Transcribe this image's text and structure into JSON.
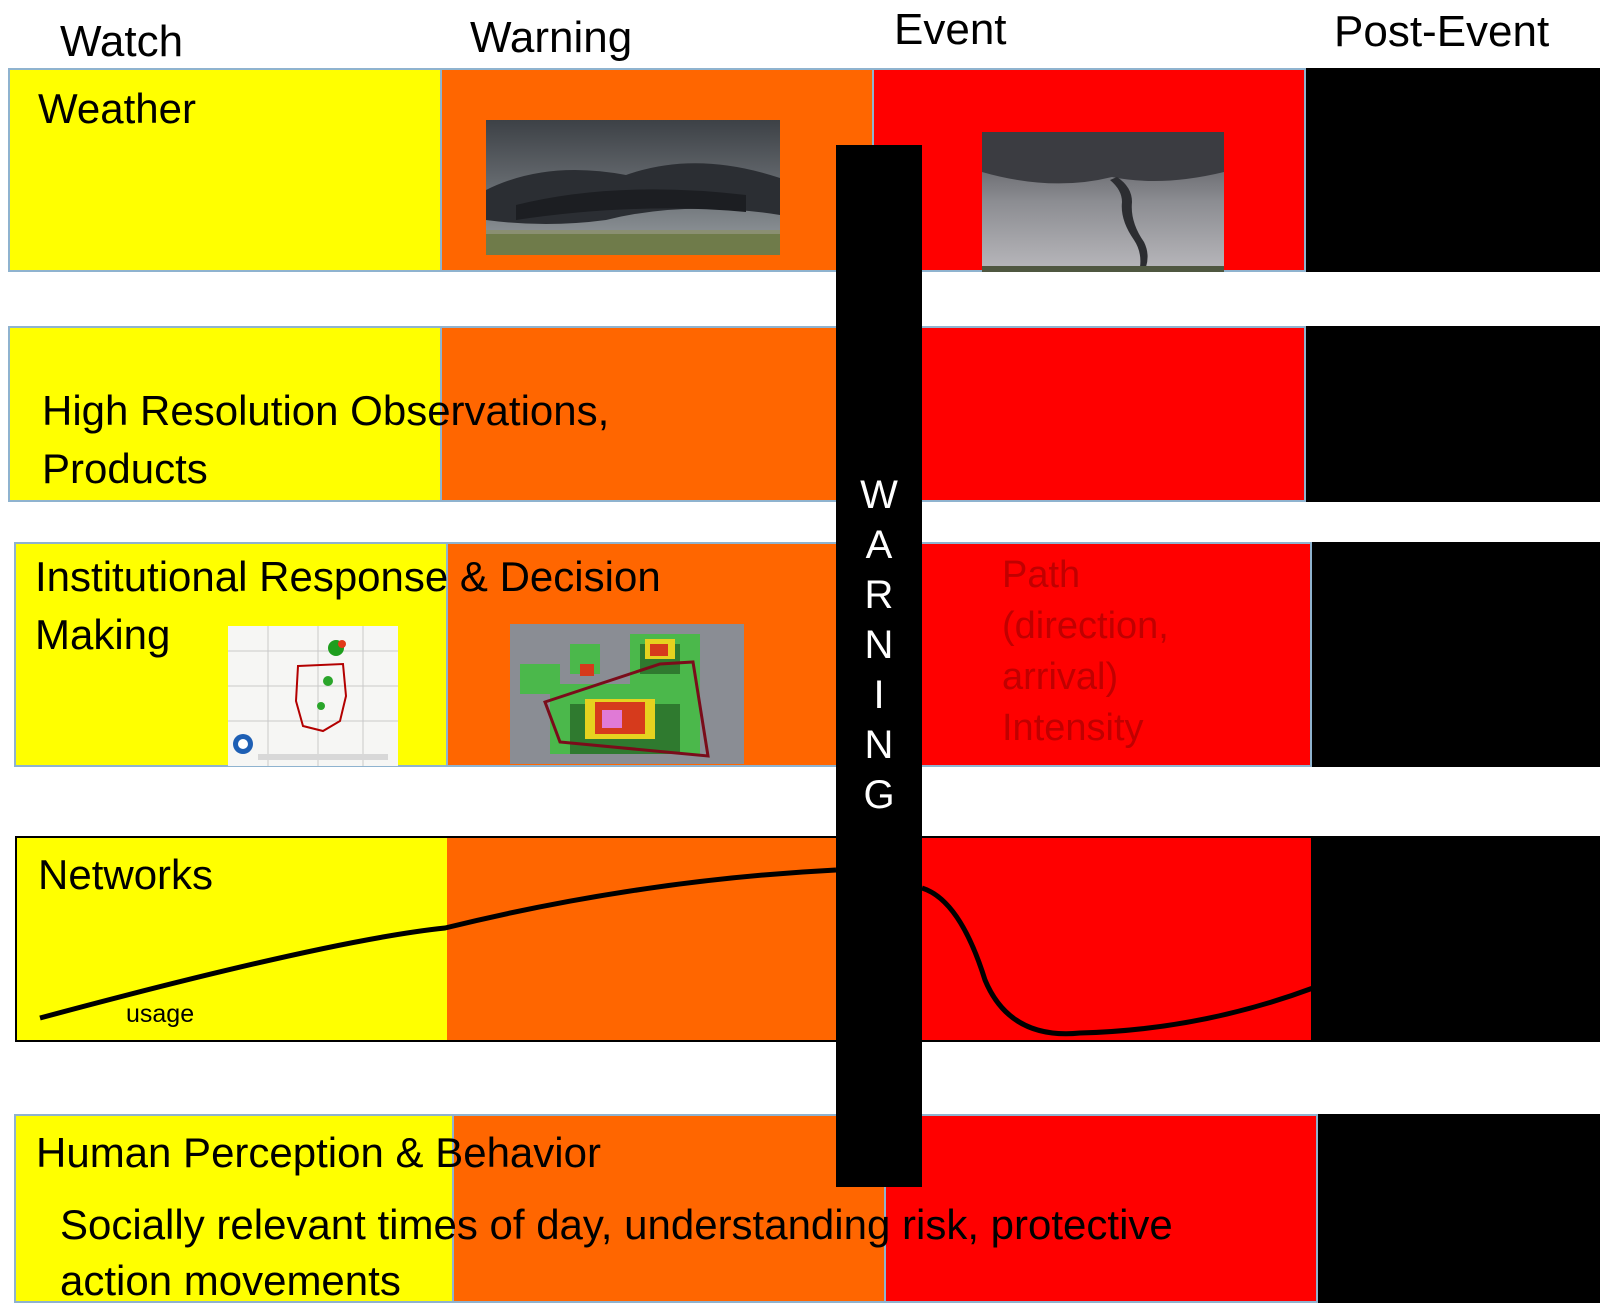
{
  "phases": {
    "watch": "Watch",
    "warning": "Warning",
    "event": "Event",
    "post_event": "Post-Event"
  },
  "rows": {
    "weather": {
      "label": "Weather"
    },
    "observations": {
      "line1": "High Resolution Observations,",
      "line2": "Products"
    },
    "institutional": {
      "line1": "Institutional Response & Decision",
      "line2": "Making",
      "event_notes": [
        "Path",
        "(direction,",
        "arrival)",
        "Intensity"
      ]
    },
    "networks": {
      "label": "Networks",
      "curve_label": "usage"
    },
    "human": {
      "label": "Human Perception & Behavior",
      "line1": "Socially relevant times of day, understanding risk, protective",
      "line2": "action movements"
    }
  },
  "warning_bar": {
    "letters": [
      "W",
      "A",
      "R",
      "N",
      "I",
      "N",
      "G"
    ]
  },
  "colors": {
    "watch": "#ffff00",
    "warning": "#ff6600",
    "event": "#ff0000",
    "post_event": "#000000",
    "event_text": "#c00000"
  },
  "images": {
    "supercell": "storm-cloud-photo",
    "tornado": "tornado-photo",
    "watch_map": "tornado-watch-map",
    "radar": "radar-warning-polygon"
  }
}
